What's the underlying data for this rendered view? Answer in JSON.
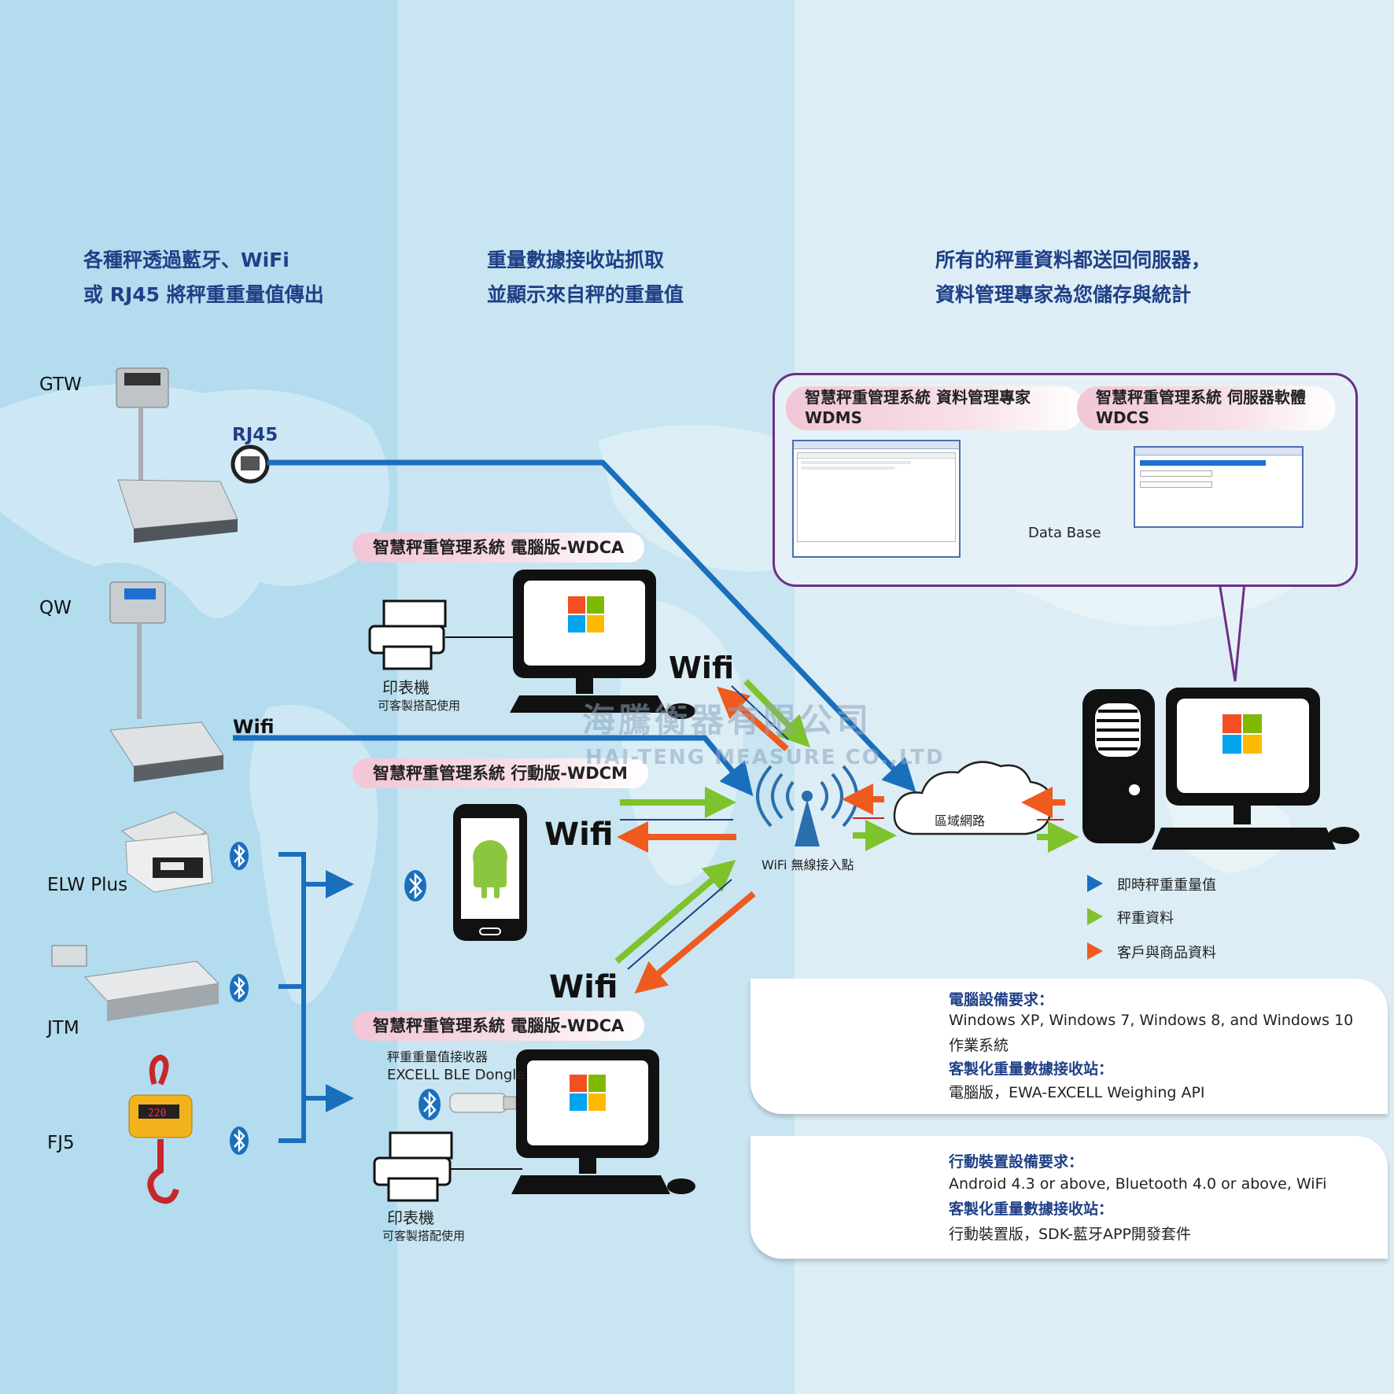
{
  "headers": {
    "left_line1": "各種秤透過藍牙、WiFi",
    "left_line2": "或 RJ45 將秤重重量值傳出",
    "mid_line1": "重量數據接收站抓取",
    "mid_line2": "並顯示來自秤的重量值",
    "right_line1": "所有的秤重資料都送回伺服器，",
    "right_line2": "資料管理專家為您儲存與統計"
  },
  "scales": [
    "GTW",
    "QW",
    "ELW Plus",
    "JTM",
    "FJ5"
  ],
  "connections": {
    "rj45": "RJ45",
    "wifi": "Wifi"
  },
  "stations": {
    "wdca_top": "智慧秤重管理系統 電腦版-WDCA",
    "wdcm": "智慧秤重管理系統 行動版-WDCM",
    "wdca_bottom": "智慧秤重管理系統 電腦版-WDCA"
  },
  "printer": {
    "label": "印表機",
    "note": "可客製搭配使用"
  },
  "dongle": {
    "line1": "秤重重量值接收器",
    "line2": "EXCELL BLE Dongle"
  },
  "network": {
    "ap_label": "WiFi 無線接入點",
    "lan_label": "區域網路"
  },
  "server_panel": {
    "wdms_line1": "智慧秤重管理系統  資料管理專家",
    "wdms_line2": "WDMS",
    "wdcs_line1": "智慧秤重管理系統  伺服器軟體",
    "wdcs_line2": "WDCS",
    "database": "Data Base"
  },
  "legend": [
    {
      "label": "即時秤重重量值",
      "color": "#1a6fbd"
    },
    {
      "label": "秤重資料",
      "color": "#7ec22c"
    },
    {
      "label": "客戶與商品資料",
      "color": "#ef5a1f"
    }
  ],
  "requirements_pc": {
    "title1": "電腦設備要求：",
    "body1a": "Windows XP, Windows 7, Windows 8, and Windows 10",
    "body1b": "作業系統",
    "title2": "客製化重量數據接收站：",
    "body2": "電腦版，EWA-EXCELL Weighing API"
  },
  "requirements_mobile": {
    "title1": "行動裝置設備要求：",
    "body1": "Android 4.3 or above, Bluetooth 4.0 or above, WiFi",
    "title2": "客製化重量數據接收站：",
    "body2": "行動裝置版，SDK-藍牙APP開發套件"
  },
  "watermark": {
    "cn": "海騰衡器有限公司",
    "en": "HAI-TENG MEASURE CO.,LTD"
  },
  "colors": {
    "blue": "#1a6fbd",
    "green": "#7ec22c",
    "orange": "#ef5a1f",
    "purple": "#6d2f86"
  }
}
